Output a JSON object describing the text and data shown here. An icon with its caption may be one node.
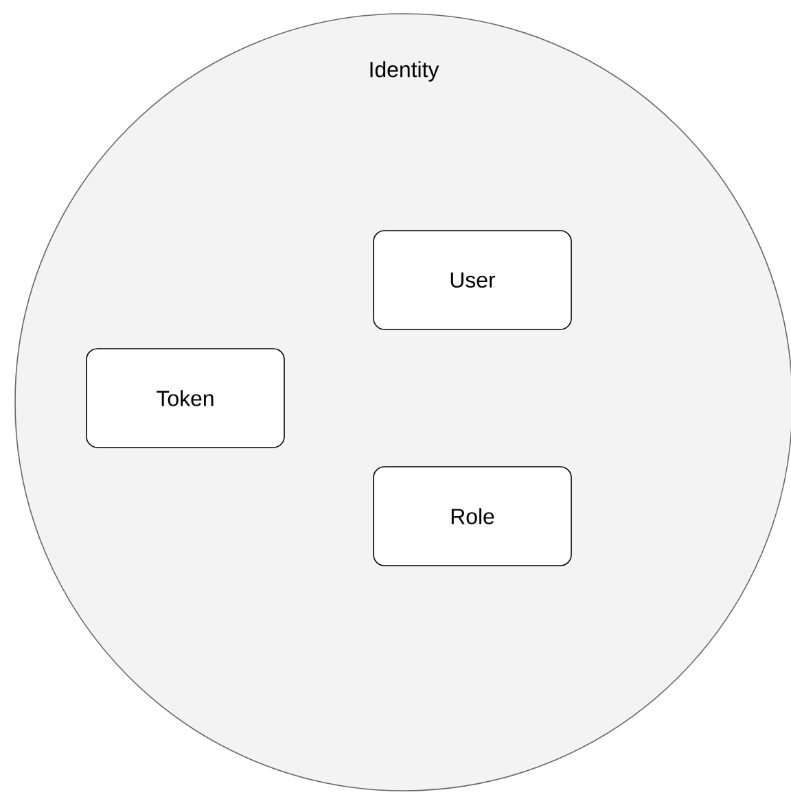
{
  "diagram": {
    "nodes": [
      {
        "text": [
          "Identity"
        ]
      },
      {
        "text": [
          "User"
        ],
        "in": 0
      },
      {
        "text": [
          "Token"
        ],
        "in": 0
      },
      {
        "text": [
          "Role"
        ],
        "in": 0
      }
    ]
  }
}
